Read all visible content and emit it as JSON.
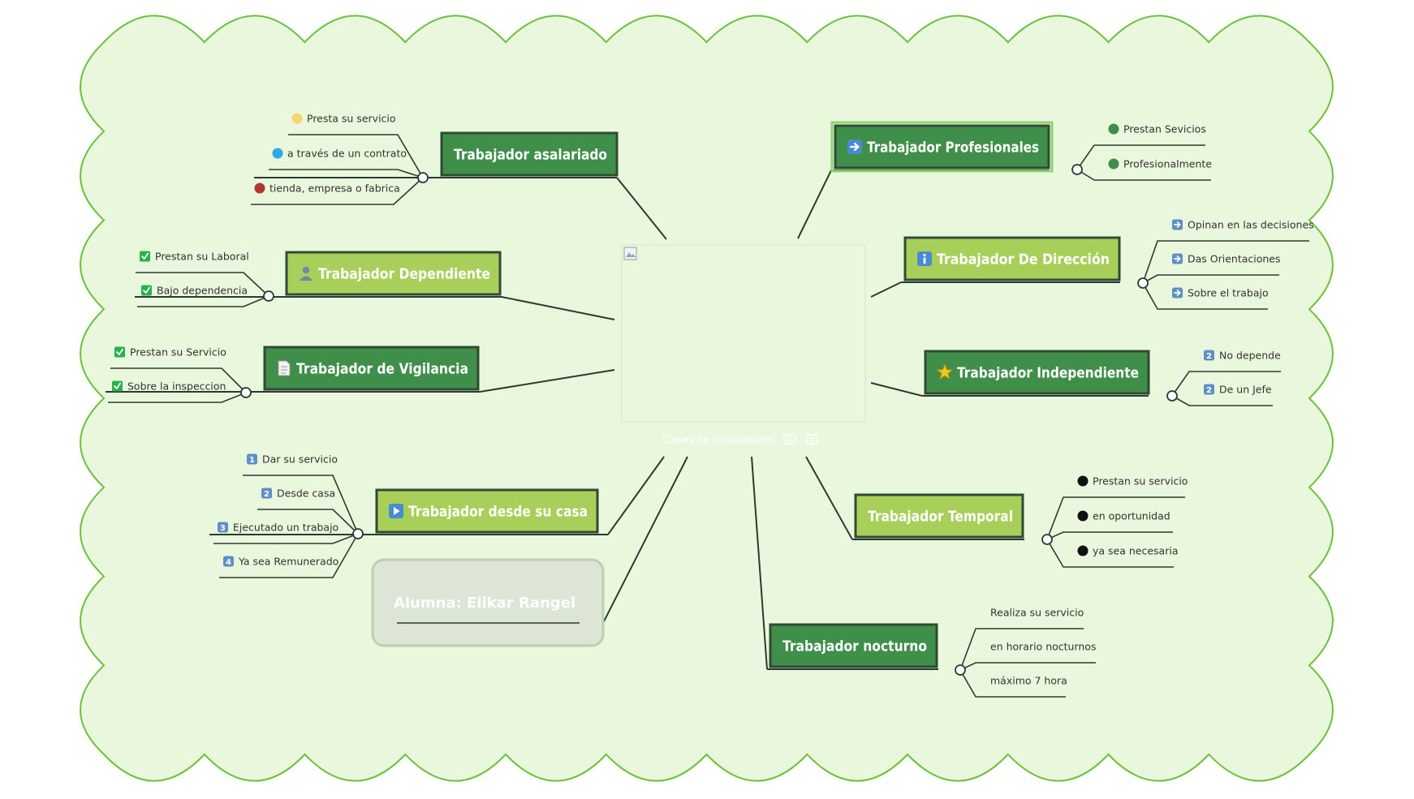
{
  "center": {
    "caption": "Clases de Trabajadores"
  },
  "student": {
    "label": "Alumna: Elikar Rangel"
  },
  "colors": {
    "cloud_fill": "#e9f8dd",
    "cloud_stroke": "#6cc03a",
    "dark_topic": "#3f8f4a",
    "light_topic": "#a8cf5a",
    "topic_border": "#2f4a35",
    "line": "#2a3b33"
  },
  "topics": [
    {
      "id": "asalariado",
      "label": "Trabajador asalariado",
      "icon": "",
      "style": "dark",
      "items": [
        {
          "text": "Presta su servicio",
          "marker": "yellow-dot"
        },
        {
          "text": "a través de un contrato",
          "marker": "blue-dot"
        },
        {
          "text": "tienda, empresa o fabrica",
          "marker": "red-dot"
        }
      ]
    },
    {
      "id": "dependiente",
      "label": "Trabajador Dependiente",
      "icon": "person-icon",
      "style": "light",
      "items": [
        {
          "text": "Prestan su Laboral",
          "marker": "check-icon"
        },
        {
          "text": "Bajo dependencia",
          "marker": "check-icon"
        }
      ]
    },
    {
      "id": "vigilancia",
      "label": "Trabajador de Vigilancia",
      "icon": "document-icon",
      "style": "dark",
      "items": [
        {
          "text": "Prestan su Servicio",
          "marker": "check-icon"
        },
        {
          "text": "Sobre la inspeccion",
          "marker": "check-icon"
        }
      ]
    },
    {
      "id": "casa",
      "label": "Trabajador desde su casa",
      "icon": "play-icon",
      "style": "light",
      "items": [
        {
          "text": "Dar su servicio",
          "marker": "number-1-icon",
          "num": "1"
        },
        {
          "text": "Desde casa",
          "marker": "number-2-icon",
          "num": "2"
        },
        {
          "text": "Ejecutado un trabajo",
          "marker": "number-3-icon",
          "num": "3"
        },
        {
          "text": "Ya sea Remunerado",
          "marker": "number-4-icon",
          "num": "4"
        }
      ]
    },
    {
      "id": "profesionales",
      "label": "Trabajador Profesionales",
      "icon": "arrow-right-icon",
      "style": "dark",
      "items": [
        {
          "text": "Prestan Sevicios",
          "marker": "green-dot"
        },
        {
          "text": "Profesionalmente",
          "marker": "green-dot"
        }
      ]
    },
    {
      "id": "direccion",
      "label": "Trabajador De Dirección",
      "icon": "info-icon",
      "style": "light",
      "items": [
        {
          "text": "Opinan en las decisiones",
          "marker": "arrow-right-icon"
        },
        {
          "text": "Das Orientaciones",
          "marker": "arrow-right-icon"
        },
        {
          "text": "Sobre el trabajo",
          "marker": "arrow-right-icon"
        }
      ]
    },
    {
      "id": "independiente",
      "label": "Trabajador Independiente",
      "icon": "star-icon",
      "style": "dark",
      "items": [
        {
          "text": "No depende",
          "marker": "number-2-icon",
          "num": "2"
        },
        {
          "text": "De un Jefe",
          "marker": "number-2-icon",
          "num": "2"
        }
      ]
    },
    {
      "id": "temporal",
      "label": "Trabajador Temporal",
      "icon": "",
      "style": "light",
      "items": [
        {
          "text": "Prestan su servicio",
          "marker": "black-dot"
        },
        {
          "text": "en oportunidad",
          "marker": "black-dot"
        },
        {
          "text": "ya sea necesaria",
          "marker": "black-dot"
        }
      ]
    },
    {
      "id": "nocturno",
      "label": "Trabajador nocturno",
      "icon": "",
      "style": "dark",
      "items": [
        {
          "text": "Realiza su servicio",
          "marker": ""
        },
        {
          "text": "en horario nocturnos",
          "marker": ""
        },
        {
          "text": "máximo 7 hora",
          "marker": ""
        }
      ]
    }
  ]
}
